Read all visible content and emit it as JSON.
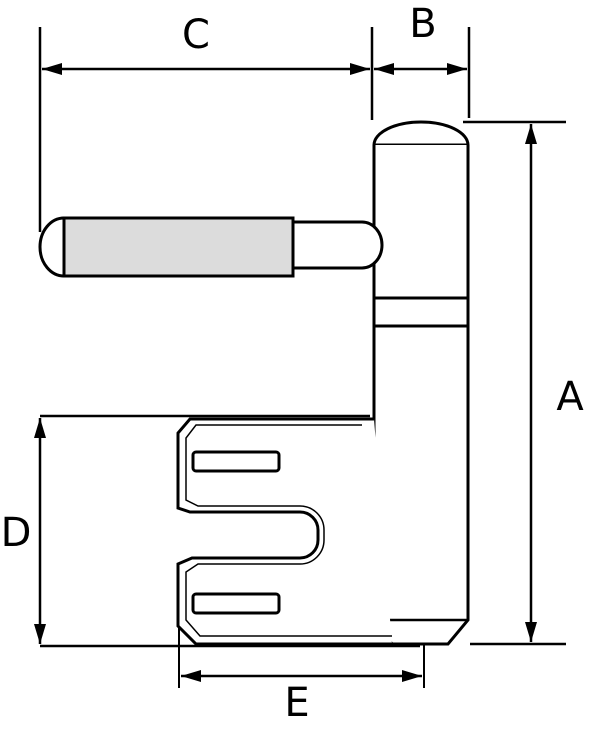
{
  "diagram": {
    "labels": {
      "a": "A",
      "b": "B",
      "c": "C",
      "d": "D",
      "e": "E"
    },
    "colors": {
      "stroke": "#000000",
      "pin_fill": "#dcdcdc",
      "background": "#ffffff"
    }
  }
}
